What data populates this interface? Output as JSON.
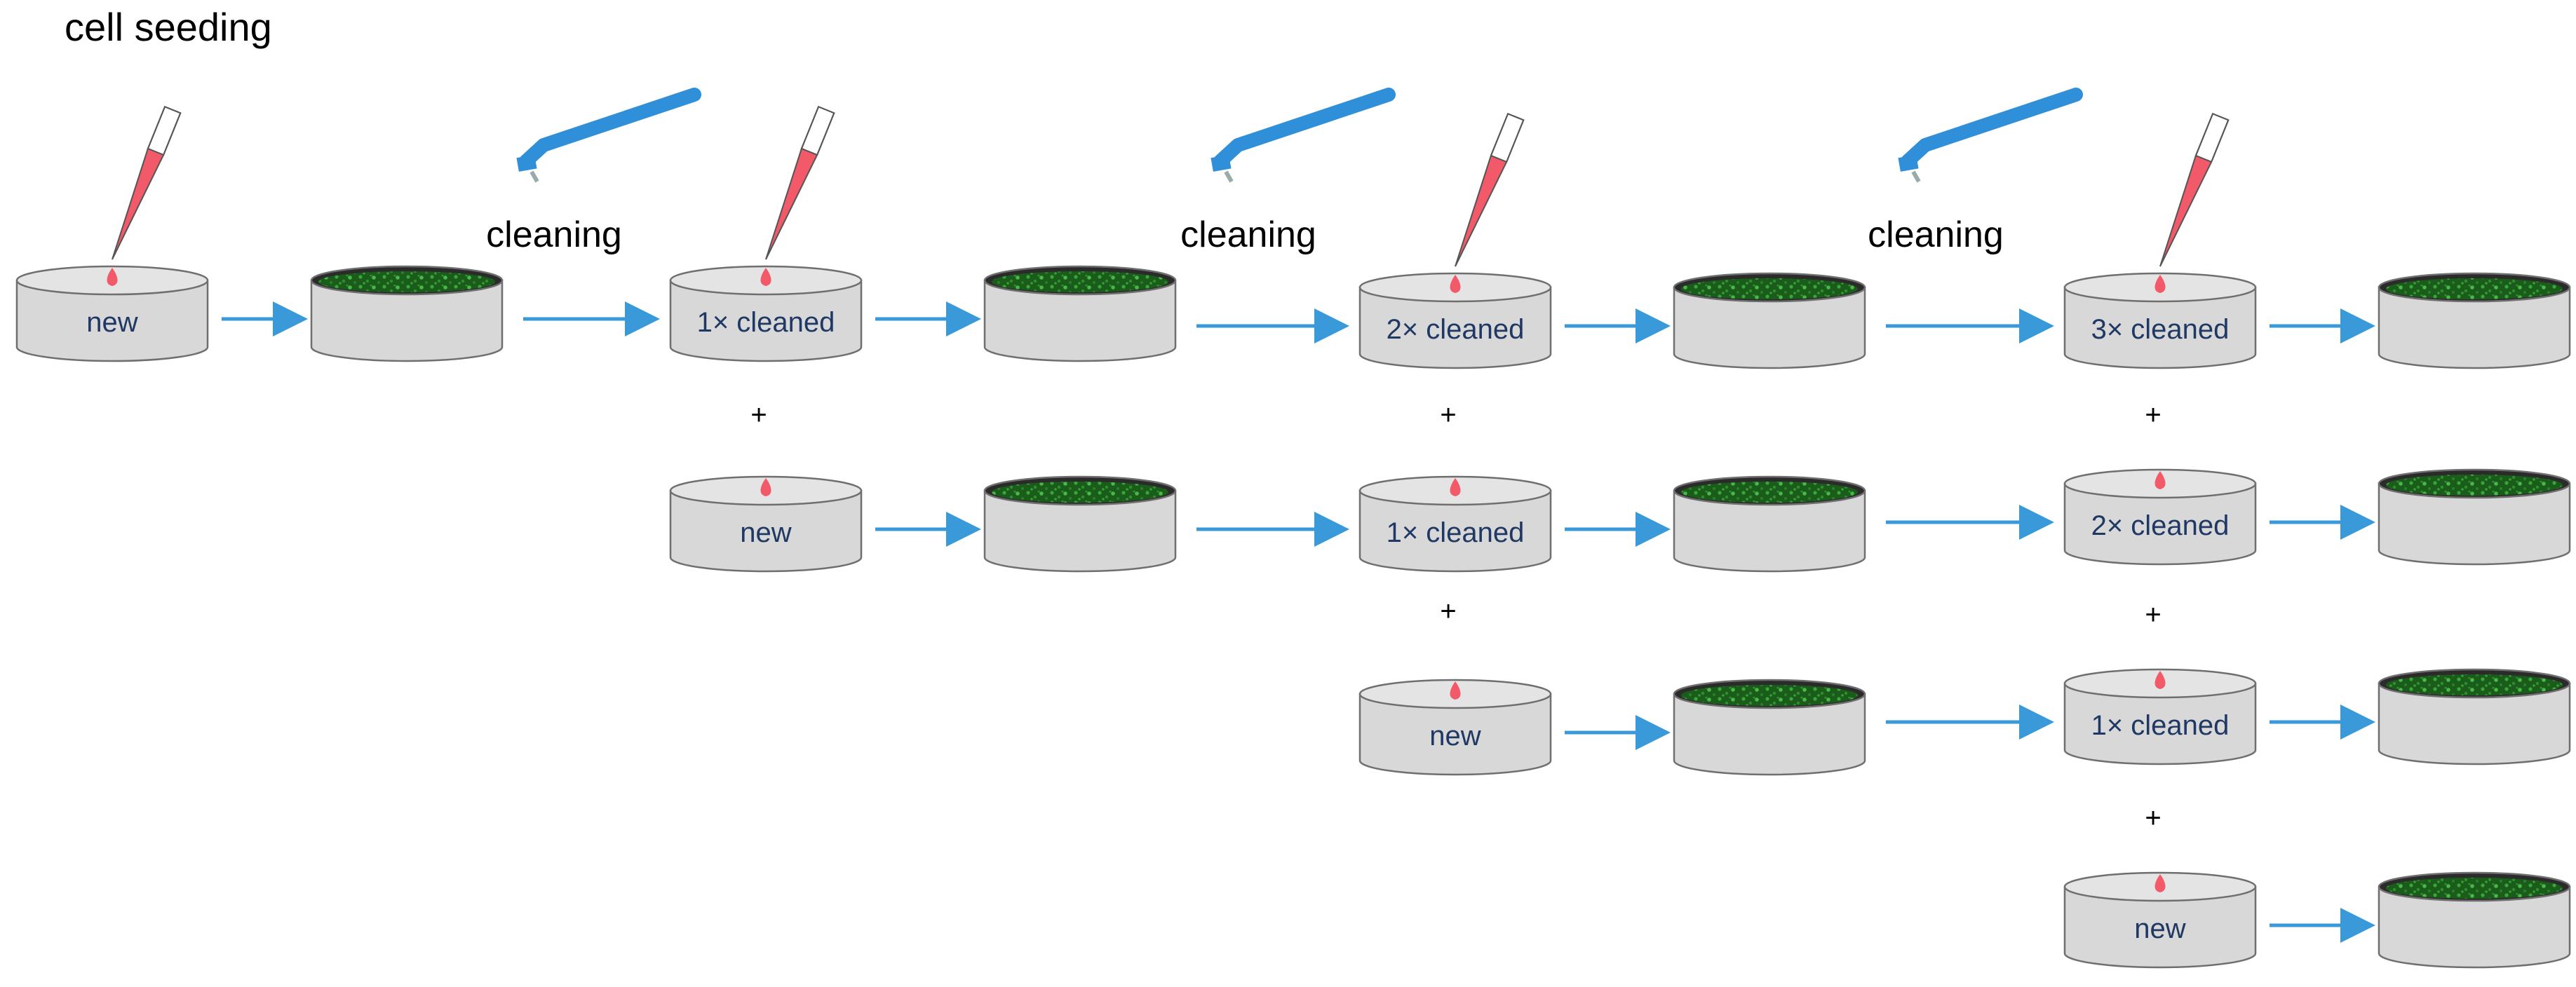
{
  "title": "cell seeding",
  "cleaning_label": "cleaning",
  "plus_sign": "+",
  "colors": {
    "arrow": "#3a9ad9",
    "dish_fill": "#d8d8d8",
    "dish_stroke": "#6f6f6f",
    "label": "#1f3864",
    "drop": "#f25a6a",
    "pipette_liquid": "#f25a6a",
    "brush": "#2f8fd8",
    "cells": "#1e6b1e"
  },
  "stages": [
    {
      "id": "stage-0",
      "rows": [
        {
          "label": "new"
        }
      ]
    },
    {
      "id": "stage-1",
      "cleaning": true,
      "rows": [
        {
          "label": "1× cleaned"
        },
        {
          "label": "new"
        }
      ]
    },
    {
      "id": "stage-2",
      "cleaning": true,
      "rows": [
        {
          "label": "2× cleaned"
        },
        {
          "label": "1× cleaned"
        },
        {
          "label": "new"
        }
      ]
    },
    {
      "id": "stage-3",
      "cleaning": true,
      "rows": [
        {
          "label": "3× cleaned"
        },
        {
          "label": "2× cleaned"
        },
        {
          "label": "1× cleaned"
        },
        {
          "label": "new"
        }
      ]
    }
  ]
}
